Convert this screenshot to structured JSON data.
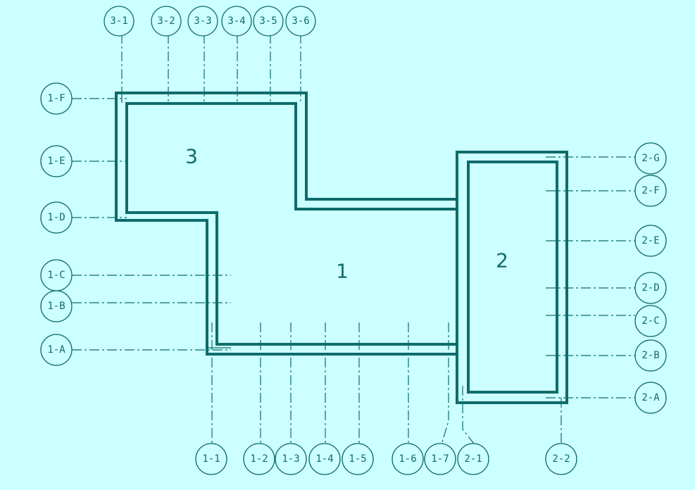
{
  "diagram": {
    "colors": {
      "background": "#ccffff",
      "line": "#0f6b6b"
    },
    "zones": [
      {
        "id": "z3",
        "label": "3"
      },
      {
        "id": "z1",
        "label": "1"
      },
      {
        "id": "z2",
        "label": "2"
      }
    ],
    "axes": [
      {
        "id": "3-1",
        "label": "3-1"
      },
      {
        "id": "3-2",
        "label": "3-2"
      },
      {
        "id": "3-3",
        "label": "3-3"
      },
      {
        "id": "3-4",
        "label": "3-4"
      },
      {
        "id": "3-5",
        "label": "3-5"
      },
      {
        "id": "3-6",
        "label": "3-6"
      },
      {
        "id": "1-F",
        "label": "1-F"
      },
      {
        "id": "1-E",
        "label": "1-E"
      },
      {
        "id": "1-D",
        "label": "1-D"
      },
      {
        "id": "1-C",
        "label": "1-C"
      },
      {
        "id": "1-B",
        "label": "1-B"
      },
      {
        "id": "1-A",
        "label": "1-A"
      },
      {
        "id": "1-1",
        "label": "1-1"
      },
      {
        "id": "1-2",
        "label": "1-2"
      },
      {
        "id": "1-3",
        "label": "1-3"
      },
      {
        "id": "1-4",
        "label": "1-4"
      },
      {
        "id": "1-5",
        "label": "1-5"
      },
      {
        "id": "1-6",
        "label": "1-6"
      },
      {
        "id": "1-7",
        "label": "1-7"
      },
      {
        "id": "2-1",
        "label": "2-1"
      },
      {
        "id": "2-2",
        "label": "2-2"
      },
      {
        "id": "2-G",
        "label": "2-G"
      },
      {
        "id": "2-F",
        "label": "2-F"
      },
      {
        "id": "2-E",
        "label": "2-E"
      },
      {
        "id": "2-D",
        "label": "2-D"
      },
      {
        "id": "2-C",
        "label": "2-C"
      },
      {
        "id": "2-B",
        "label": "2-B"
      },
      {
        "id": "2-A",
        "label": "2-A"
      }
    ]
  }
}
